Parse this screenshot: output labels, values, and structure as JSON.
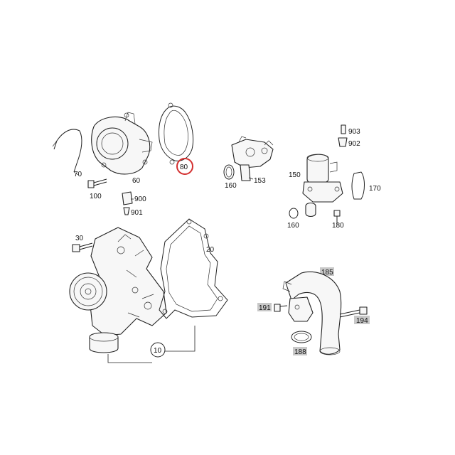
{
  "callouts": {
    "c10": "10",
    "c20": "20",
    "c30": "30",
    "c60": "60",
    "c70": "70",
    "c80": "80",
    "c100": "100",
    "c150": "150",
    "c153": "153",
    "c160a": "160",
    "c160b": "160",
    "c170": "170",
    "c180": "180",
    "c185": "185",
    "c188": "188",
    "c191": "191",
    "c194": "194",
    "c900": "900",
    "c901": "901",
    "c902": "902",
    "c903": "903"
  },
  "highlight": {
    "part": "80",
    "color": "#d32f2f"
  },
  "colors": {
    "line": "#222222",
    "shaded_label_box": "#c8c8c8"
  }
}
